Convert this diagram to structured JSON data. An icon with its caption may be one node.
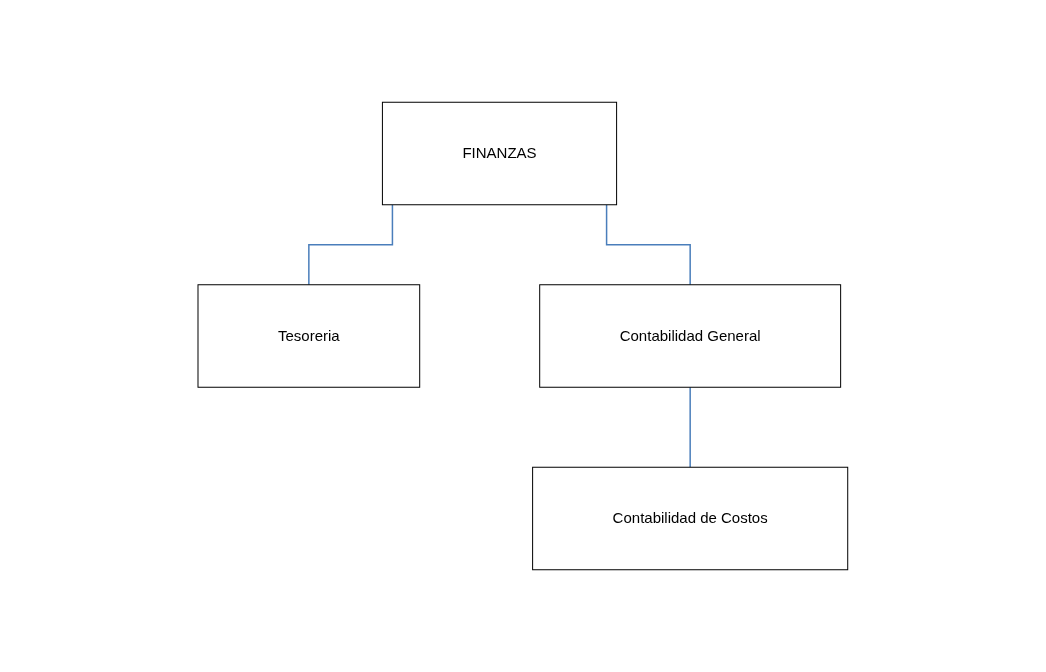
{
  "diagram": {
    "nodes": [
      {
        "text": [
          "FINANZAS"
        ]
      },
      {
        "text": [
          "Tesoreria"
        ]
      },
      {
        "text": [
          "Contabilidad General"
        ]
      },
      {
        "text": [
          "Contabilidad de Costos"
        ]
      }
    ],
    "edges": [
      {
        "from": 0,
        "to": 1,
        "arrow": "none"
      },
      {
        "from": 0,
        "to": 2,
        "arrow": "none"
      },
      {
        "from": 2,
        "to": 3,
        "arrow": "none"
      }
    ]
  }
}
